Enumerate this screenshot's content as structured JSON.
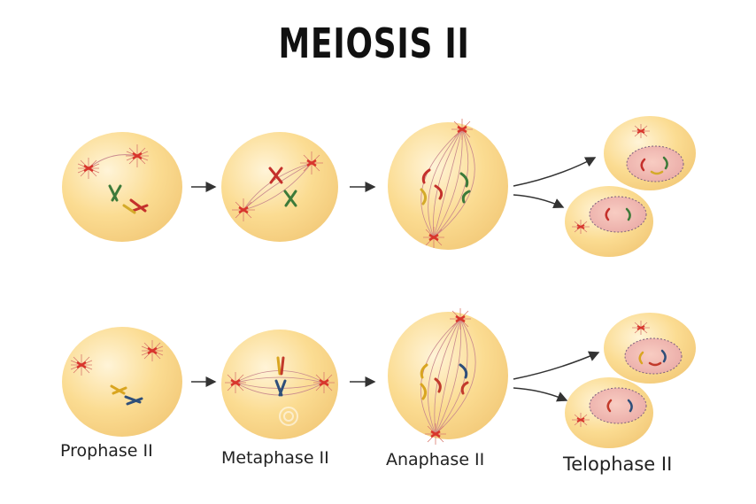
{
  "title": "MEIOSIS II",
  "stages": [
    {
      "label": "Prophase II"
    },
    {
      "label": "Metaphase II"
    },
    {
      "label": "Anaphase II"
    },
    {
      "label": "Telophase II"
    }
  ],
  "colors": {
    "cell_fill": "#fbd98a",
    "cell_highlight": "#fff3d6",
    "nucleus_fill": "#f3b9b0",
    "spindle": "#c9898e",
    "centrosome": "#d8352c",
    "arrow": "#333333",
    "chromosome_top": [
      "#3d7a3a",
      "#c4302b",
      "#d4aa2a"
    ],
    "chromosome_bottom": [
      "#c23a2b",
      "#2f4f7a",
      "#d9a520"
    ]
  },
  "icons": [
    "centrosome-icon",
    "chromosome-icon",
    "arrow-icon"
  ]
}
